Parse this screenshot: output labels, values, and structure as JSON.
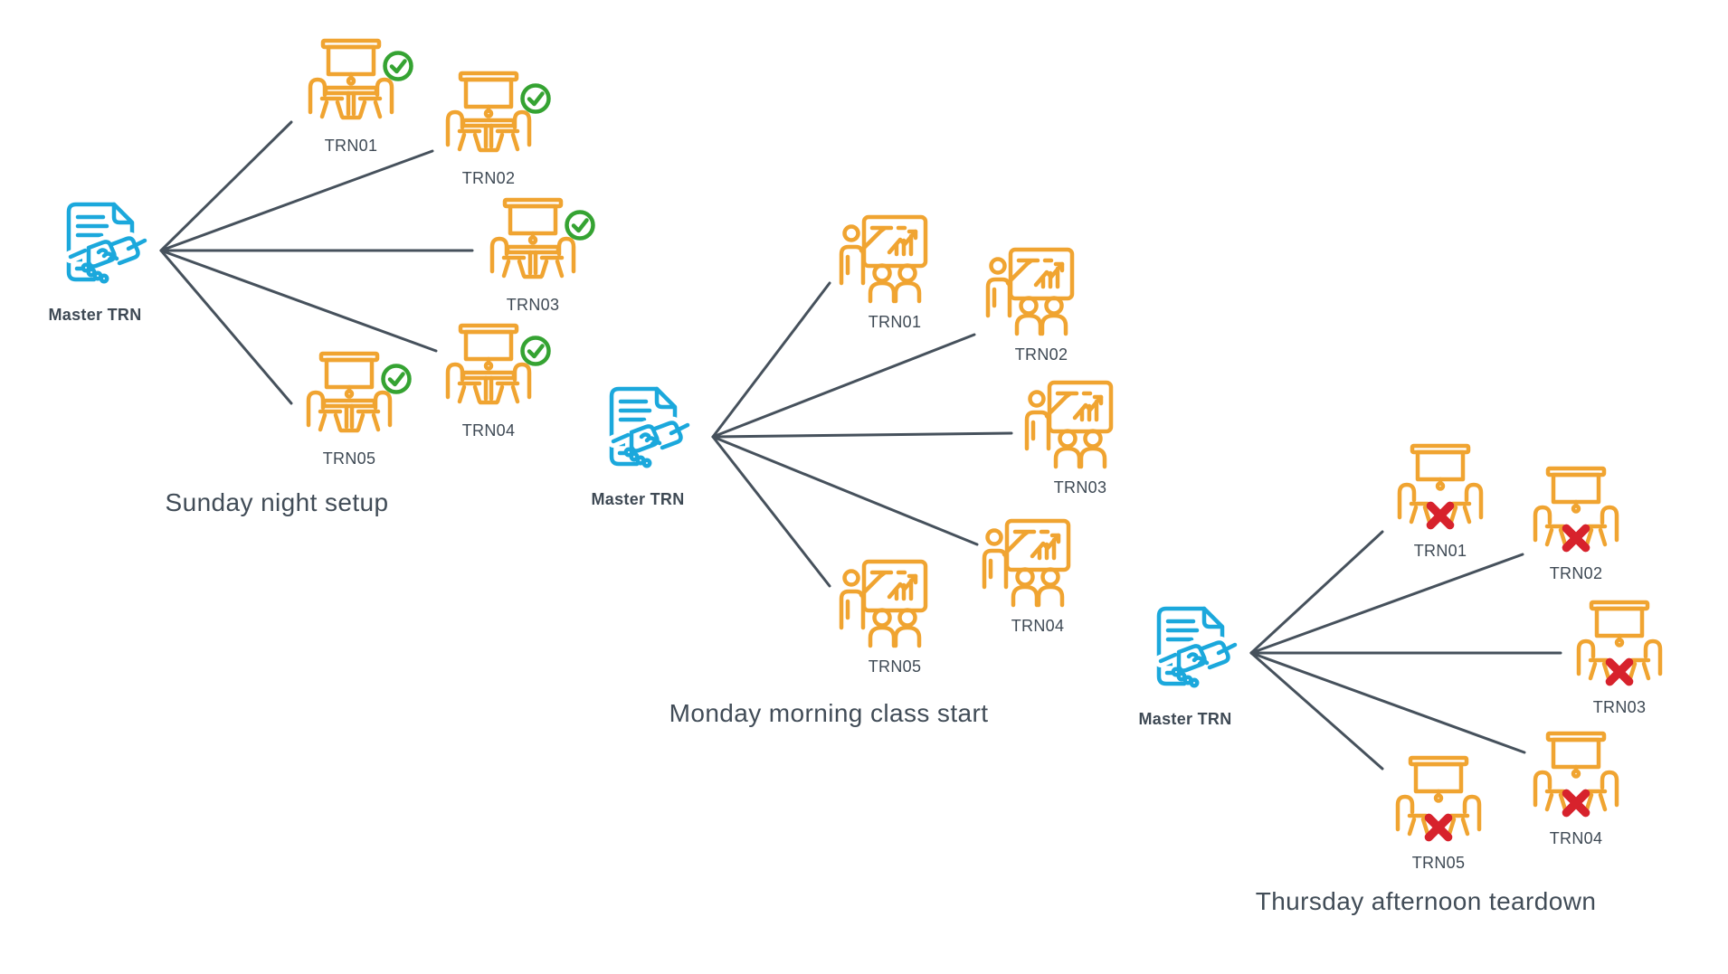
{
  "colors": {
    "room_icon_orange": "#F0A431",
    "master_icon_blue": "#1BA8DC",
    "ready_check_green": "#35A332",
    "teardown_x_red": "#D7222C",
    "connector_gray": "#46515C",
    "label_text": "#3E4954",
    "caption_text": "#414C57"
  },
  "groups": [
    {
      "id": "sunday-night-setup",
      "caption": "Sunday night setup",
      "master_label": "Master TRN",
      "room_state": "ready",
      "room_icon": "classroom-with-check-icon",
      "status_icon": "check-circle-icon",
      "nodes": [
        {
          "label": "TRN01"
        },
        {
          "label": "TRN02"
        },
        {
          "label": "TRN03"
        },
        {
          "label": "TRN04"
        },
        {
          "label": "TRN05"
        }
      ]
    },
    {
      "id": "monday-morning-class-start",
      "caption": "Monday morning class start",
      "master_label": "Master TRN",
      "room_state": "in-session",
      "room_icon": "training-session-icon",
      "status_icon": "none",
      "nodes": [
        {
          "label": "TRN01"
        },
        {
          "label": "TRN02"
        },
        {
          "label": "TRN03"
        },
        {
          "label": "TRN04"
        },
        {
          "label": "TRN05"
        }
      ]
    },
    {
      "id": "thursday-afternoon-teardown",
      "caption": "Thursday afternoon teardown",
      "master_label": "Master TRN",
      "room_state": "torn-down",
      "room_icon": "classroom-with-x-icon",
      "status_icon": "red-x-icon",
      "nodes": [
        {
          "label": "TRN01"
        },
        {
          "label": "TRN02"
        },
        {
          "label": "TRN03"
        },
        {
          "label": "TRN04"
        },
        {
          "label": "TRN05"
        }
      ]
    }
  ]
}
